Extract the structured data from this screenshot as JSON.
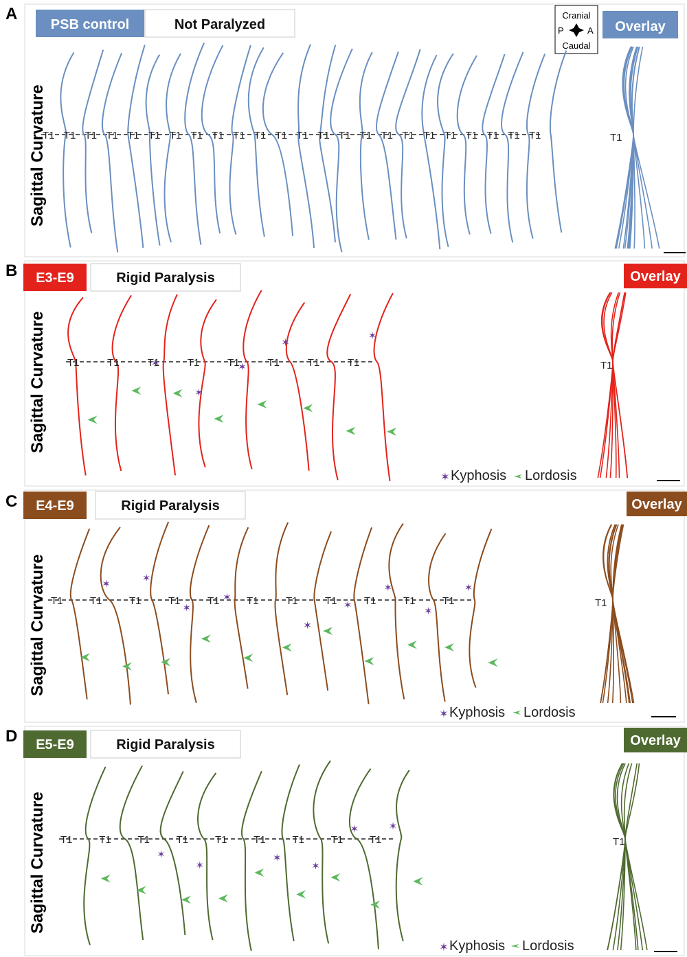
{
  "ylabel": "Sagittal Curvature",
  "vertebra_label": "T1",
  "legend": {
    "kyphosis": "Kyphosis",
    "lordosis": "Lordosis"
  },
  "orientation": {
    "top": "Cranial",
    "bottom": "Caudal",
    "left": "P",
    "right": "A"
  },
  "colors": {
    "kyphosis": "#6a3d9a",
    "lordosis": "#5cb85c",
    "axis_line": "#222222"
  },
  "panels": [
    {
      "letter": "A",
      "tag": "PSB control",
      "condition": "Not Paralyzed",
      "overlay": "Overlay",
      "color": "#6a8fc0",
      "curve_count": 24
    },
    {
      "letter": "B",
      "tag": "E3-E9",
      "condition": "Rigid Paralysis",
      "overlay": "Overlay",
      "color": "#e3231b",
      "curve_count": 8
    },
    {
      "letter": "C",
      "tag": "E4-E9",
      "condition": "Rigid Paralysis",
      "overlay": "Overlay",
      "color": "#8b4c1e",
      "curve_count": 11
    },
    {
      "letter": "D",
      "tag": "E5-E9",
      "condition": "Rigid Paralysis",
      "overlay": "Overlay",
      "color": "#4f6a31",
      "curve_count": 9
    }
  ]
}
